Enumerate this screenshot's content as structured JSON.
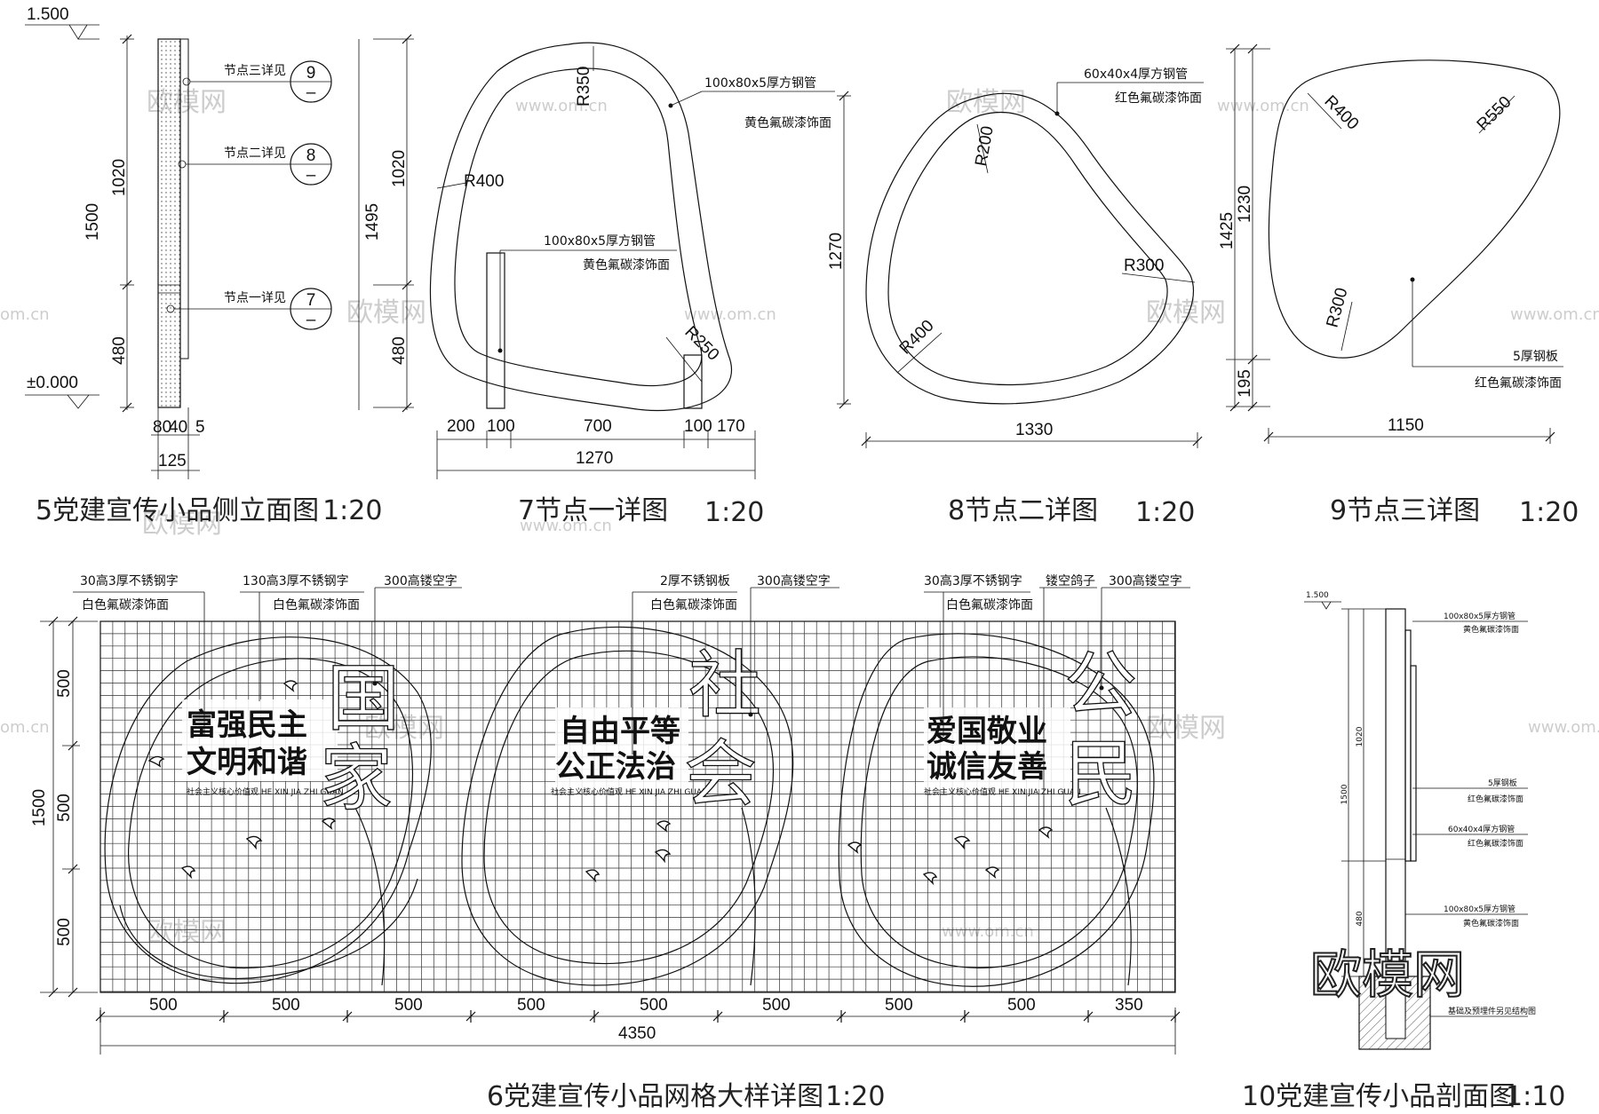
{
  "elevation_marks": {
    "top": "1.500",
    "bottom": "±0.000",
    "section_top": "1.500"
  },
  "side_elevation": {
    "title": "5党建宣传小品侧立面图",
    "scale": "1:20",
    "dims_vertical": [
      "1020",
      "480",
      "1500"
    ],
    "dims_bottom": [
      "80",
      "40",
      "5",
      "125"
    ],
    "callouts": [
      {
        "text": "节点三详见",
        "num": "9",
        "sub": "–"
      },
      {
        "text": "节点二详见",
        "num": "8",
        "sub": "–"
      },
      {
        "text": "节点一详见",
        "num": "7",
        "sub": "–"
      }
    ],
    "dims_right": [
      "1020",
      "480",
      "1495"
    ]
  },
  "node1": {
    "title": "7节点一详图",
    "scale": "1:20",
    "radii": [
      "R350",
      "R400",
      "R250"
    ],
    "notes": [
      {
        "line1": "100x80x5厚方钢管",
        "line2": "黄色氟碳漆饰面"
      },
      {
        "line1": "100x80x5厚方钢管",
        "line2": "黄色氟碳漆饰面"
      }
    ],
    "dims_bottom": [
      "200",
      "100",
      "700",
      "100",
      "170"
    ],
    "dim_total": "1270"
  },
  "node2": {
    "title": "8节点二详图",
    "scale": "1:20",
    "radii": [
      "R200",
      "R300",
      "R400"
    ],
    "note": {
      "line1": "60x40x4厚方钢管",
      "line2": "红色氟碳漆饰面"
    },
    "dim_left": "1270",
    "dim_bottom": "1330"
  },
  "node3": {
    "title": "9节点三详图",
    "scale": "1:20",
    "radii": [
      "R400",
      "R550",
      "R300"
    ],
    "note": {
      "line1": "5厚钢板",
      "line2": "红色氟碳漆饰面"
    },
    "dims_left": [
      "1425",
      "1230",
      "195"
    ],
    "dim_bottom": "1150"
  },
  "grid_detail": {
    "title": "6党建宣传小品网格大样详图",
    "scale": "1:20",
    "notes": [
      {
        "line1": "30高3厚不锈钢字",
        "line2": "白色氟碳漆饰面"
      },
      {
        "line1": "130高3厚不锈钢字",
        "line2": "白色氟碳漆饰面"
      },
      {
        "line1": "300高镂空字",
        "line2": ""
      },
      {
        "line1": "2厚不锈钢板",
        "line2": "白色氟碳漆饰面"
      },
      {
        "line1": "300高镂空字",
        "line2": ""
      },
      {
        "line1": "30高3厚不锈钢字",
        "line2": "白色氟碳漆饰面"
      },
      {
        "line1": "镂空鸽子",
        "line2": ""
      },
      {
        "line1": "300高镂空字",
        "line2": ""
      }
    ],
    "dims_left": [
      "500",
      "500",
      "500",
      "1500"
    ],
    "dims_bottom": [
      "500",
      "500",
      "500",
      "500",
      "500",
      "500",
      "500",
      "500",
      "350"
    ],
    "dim_total": "4350",
    "panels": [
      {
        "line1": "富强民主",
        "line2": "文明和谐",
        "big1": "国",
        "big2": "家",
        "caption": "社会主义核心价值观 HE XIN JIA ZHI GUAN"
      },
      {
        "line1": "自由平等",
        "line2": "公正法治",
        "big1": "社",
        "big2": "会",
        "caption": "社会主义核心价值观 HE XIN JIA ZHI GUAN"
      },
      {
        "line1": "爱国敬业",
        "line2": "诚信友善",
        "big1": "公",
        "big2": "民",
        "caption": "社会主义核心价值观 HE XIN JIA ZHI GUAN"
      }
    ]
  },
  "section": {
    "title": "10党建宣传小品剖面图",
    "scale": "1:10",
    "notes": [
      {
        "line1": "100x80x5厚方钢管",
        "line2": "黄色氟碳漆饰面"
      },
      {
        "line1": "5厚钢板",
        "line2": "红色氟碳漆饰面"
      },
      {
        "line1": "60x40x4厚方钢管",
        "line2": "红色氟碳漆饰面"
      },
      {
        "line1": "100x80x5厚方钢管",
        "line2": "黄色氟碳漆饰面"
      }
    ],
    "dims": [
      "1020",
      "1500",
      "480"
    ],
    "foundation_note": "基础及预埋件另见结构图"
  },
  "watermarks": {
    "logo": "欧模网",
    "site": "www.om.cn",
    "site2": "om.cn"
  }
}
